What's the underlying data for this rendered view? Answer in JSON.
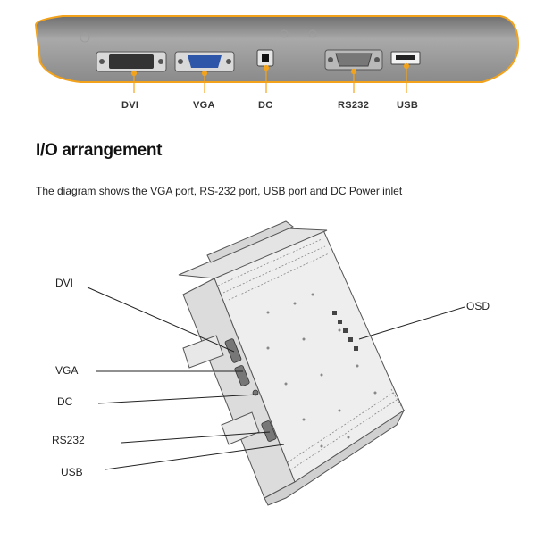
{
  "top_panel": {
    "ports": [
      "DVI",
      "VGA",
      "DC",
      "RS232",
      "USB"
    ],
    "accent_color": "#f2a31b",
    "panel_color": "#8c8c8c"
  },
  "heading": "I/O arrangement",
  "caption": "The diagram  shows the VGA port, RS-232 port, USB port and DC Power inlet",
  "callouts": {
    "dvi": "DVI",
    "vga": "VGA",
    "dc": "DC",
    "rs232": "RS232",
    "usb": "USB",
    "osd": "OSD"
  }
}
